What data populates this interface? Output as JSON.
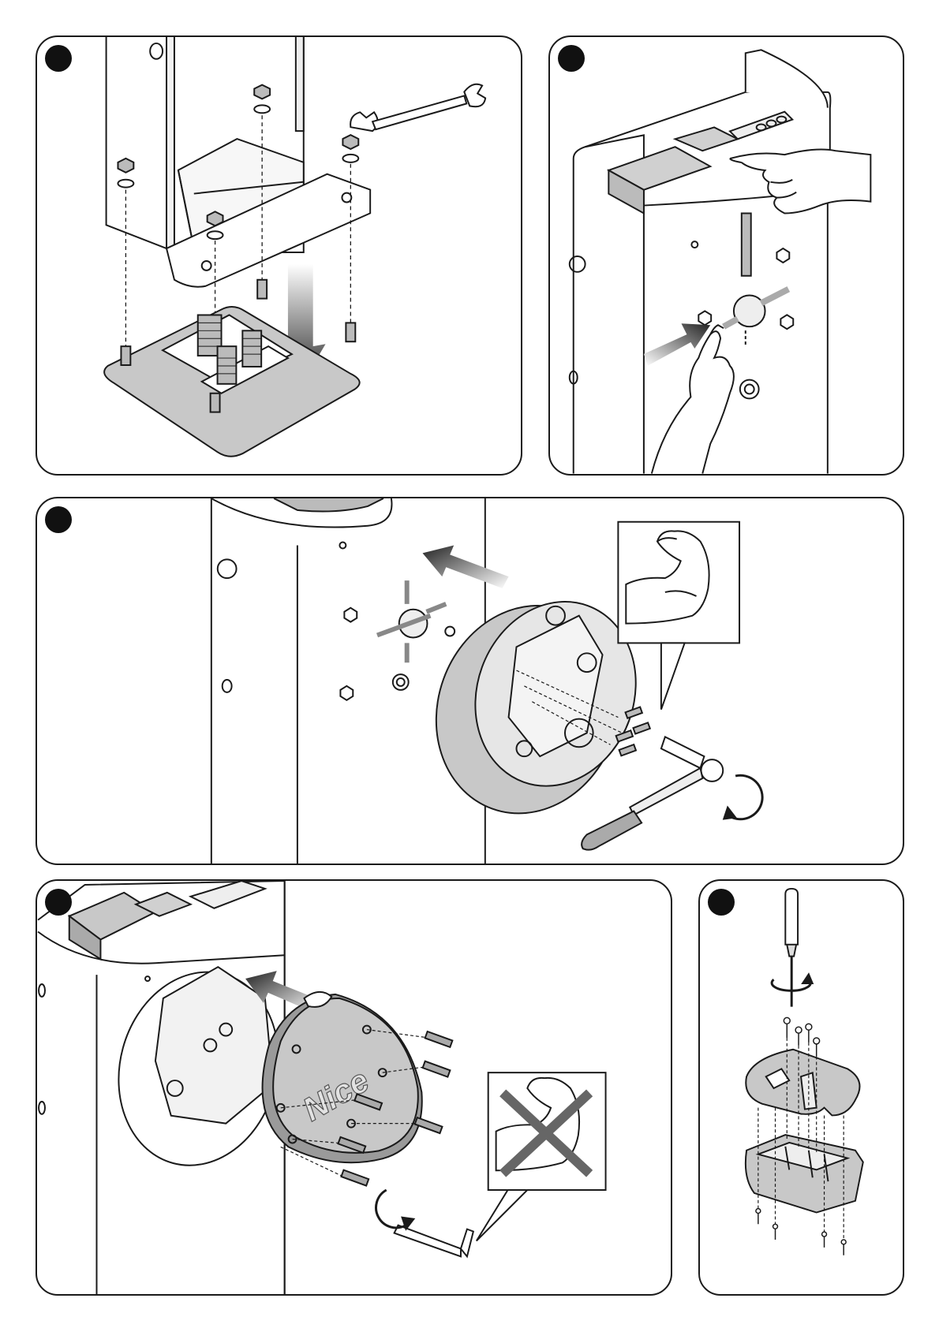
{
  "panels": [
    {
      "id": "step-1",
      "number": ""
    },
    {
      "id": "step-2",
      "number": ""
    },
    {
      "id": "step-3",
      "number": ""
    },
    {
      "id": "step-4",
      "number": ""
    },
    {
      "id": "step-5",
      "number": ""
    }
  ],
  "brand": {
    "logo_text": "Nice"
  },
  "colors": {
    "line": "#1a1a1a",
    "fill_light": "#e6e6e6",
    "fill_mid": "#c8c8c8",
    "fill_dark": "#9a9a9a",
    "cross": "#666666"
  }
}
